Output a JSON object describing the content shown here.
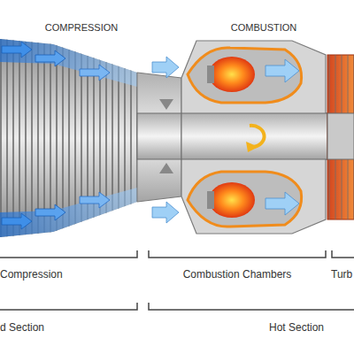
{
  "diagram": {
    "labels": [
      "COMPRESSION",
      "COMBUSTION",
      "Compression",
      "Combustion Chambers",
      "Turb",
      "d Section",
      "Hot Section"
    ]
  }
}
